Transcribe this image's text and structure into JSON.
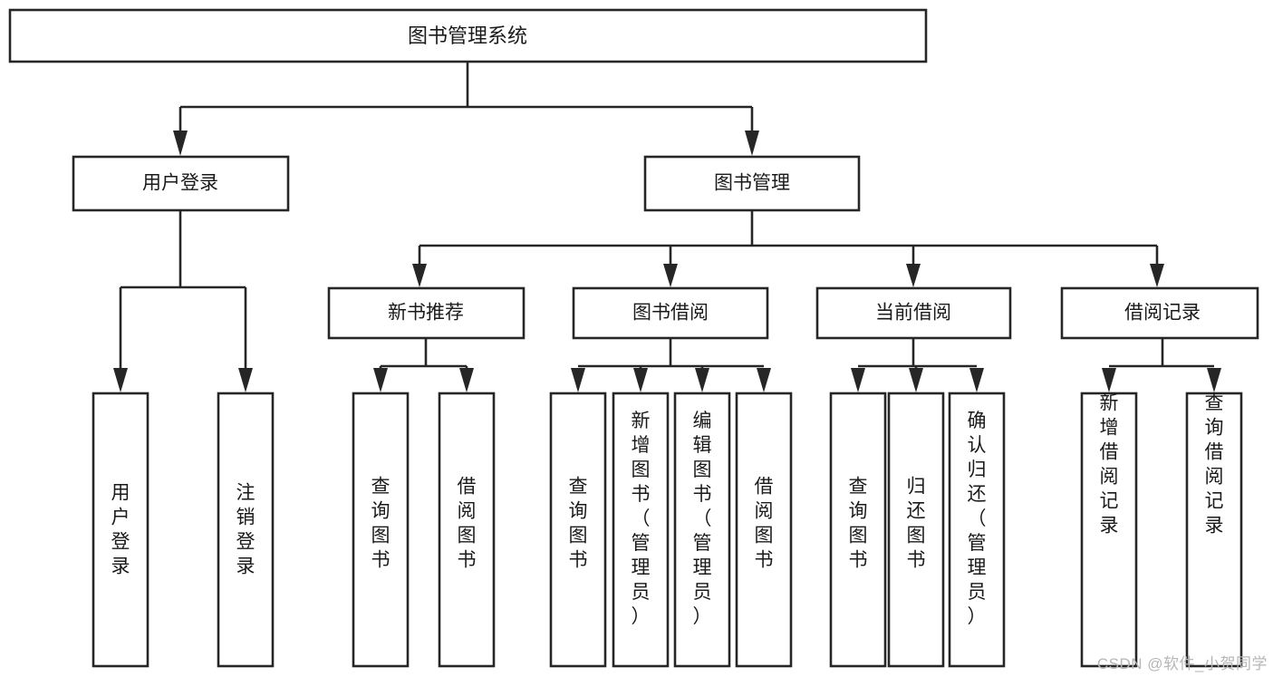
{
  "diagram": {
    "title": "图书管理系统",
    "watermark": "CSDN @软件_小贺同学",
    "colors": {
      "line": "#262626",
      "box_fill": "#ffffff",
      "text": "#1a1a1a",
      "watermark": "#b6b6b6"
    },
    "nodes": {
      "root": "图书管理系统",
      "l1": {
        "user_login": "用户登录",
        "book_manage": "图书管理"
      },
      "l2": {
        "new_book_rec": "新书推荐",
        "book_borrow": "图书借阅",
        "current_borrow": "当前借阅",
        "borrow_record": "借阅记录"
      },
      "leaves": {
        "user_login_1": "用户登录",
        "user_login_2": "注销登录",
        "new_book_1": "查询图书",
        "new_book_2": "借阅图书",
        "book_borrow_1": "查询图书",
        "book_borrow_2": "新增图书（管理员）",
        "book_borrow_3": "编辑图书（管理员）",
        "book_borrow_4": "借阅图书",
        "current_borrow_1": "查询图书",
        "current_borrow_2": "归还图书",
        "current_borrow_3": "确认归还（管理员）",
        "borrow_record_1": "新增借阅记录",
        "borrow_record_2": "查询借阅记录"
      }
    }
  }
}
